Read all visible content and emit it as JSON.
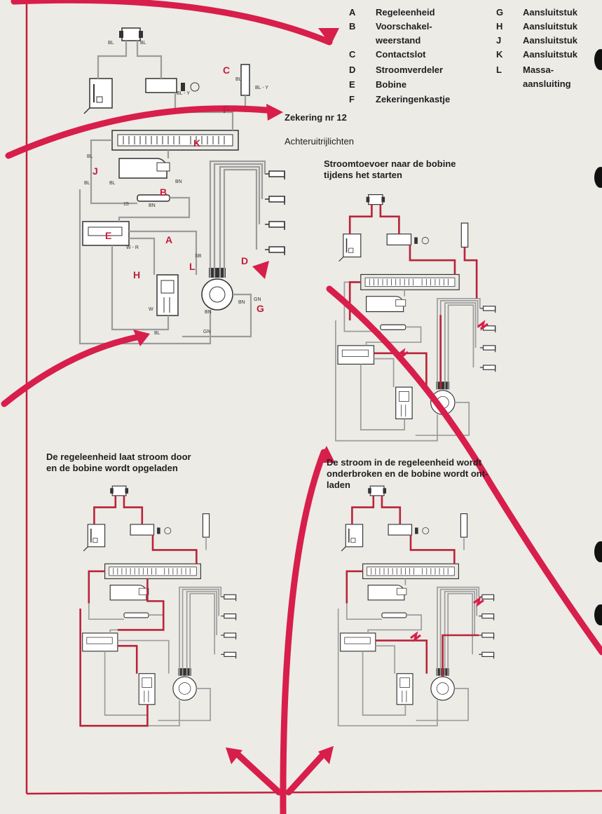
{
  "legend": [
    {
      "key": "A",
      "label": "Regeleenheid"
    },
    {
      "key": "B",
      "label": "Voorschakel-",
      "label2": "weerstand"
    },
    {
      "key": "C",
      "label": "Contactslot"
    },
    {
      "key": "D",
      "label": "Stroomverdeler"
    },
    {
      "key": "E",
      "label": "Bobine"
    },
    {
      "key": "F",
      "label": "Zekeringenkastje"
    },
    {
      "key": "G",
      "label": "Aansluitstuk"
    },
    {
      "key": "H",
      "label": "Aansluitstuk"
    },
    {
      "key": "J",
      "label": "Aansluitstuk"
    },
    {
      "key": "K",
      "label": "Aansluitstuk"
    },
    {
      "key": "L",
      "label": "Massa-",
      "label2": "aansluiting"
    }
  ],
  "annotations": {
    "fuse": "Zekering nr 12",
    "reverse_lights": "Achteruitrijlichten",
    "starting_title_1": "Stroomtoevoer naar de bobine",
    "starting_title_2": "tijdens het starten",
    "charging_title_1": "De regeleenheid laat stroom door",
    "charging_title_2": "en de bobine wordt opgeladen",
    "discharge_title_1": "De stroom in de regeleenheid wordt",
    "discharge_title_2": "onderbroken en de bobine wordt ont-",
    "discharge_title_3": "laden"
  },
  "component_letters": {
    "A": "A",
    "B": "B",
    "C": "C",
    "D": "D",
    "E": "E",
    "F": "F",
    "G": "G",
    "H": "H",
    "J": "J",
    "K": "K",
    "L": "L"
  },
  "wire_codes": {
    "bl": "BL",
    "bl_y": "BL - Y",
    "bn": "BN",
    "gn": "GN",
    "sb": "SB",
    "w": "W",
    "w_r": "W - R",
    "n15": "15"
  },
  "colors": {
    "paper": "#ecebe6",
    "accent_red": "#d81e4a",
    "wire_red": "#b8243a",
    "ink": "#222222"
  }
}
